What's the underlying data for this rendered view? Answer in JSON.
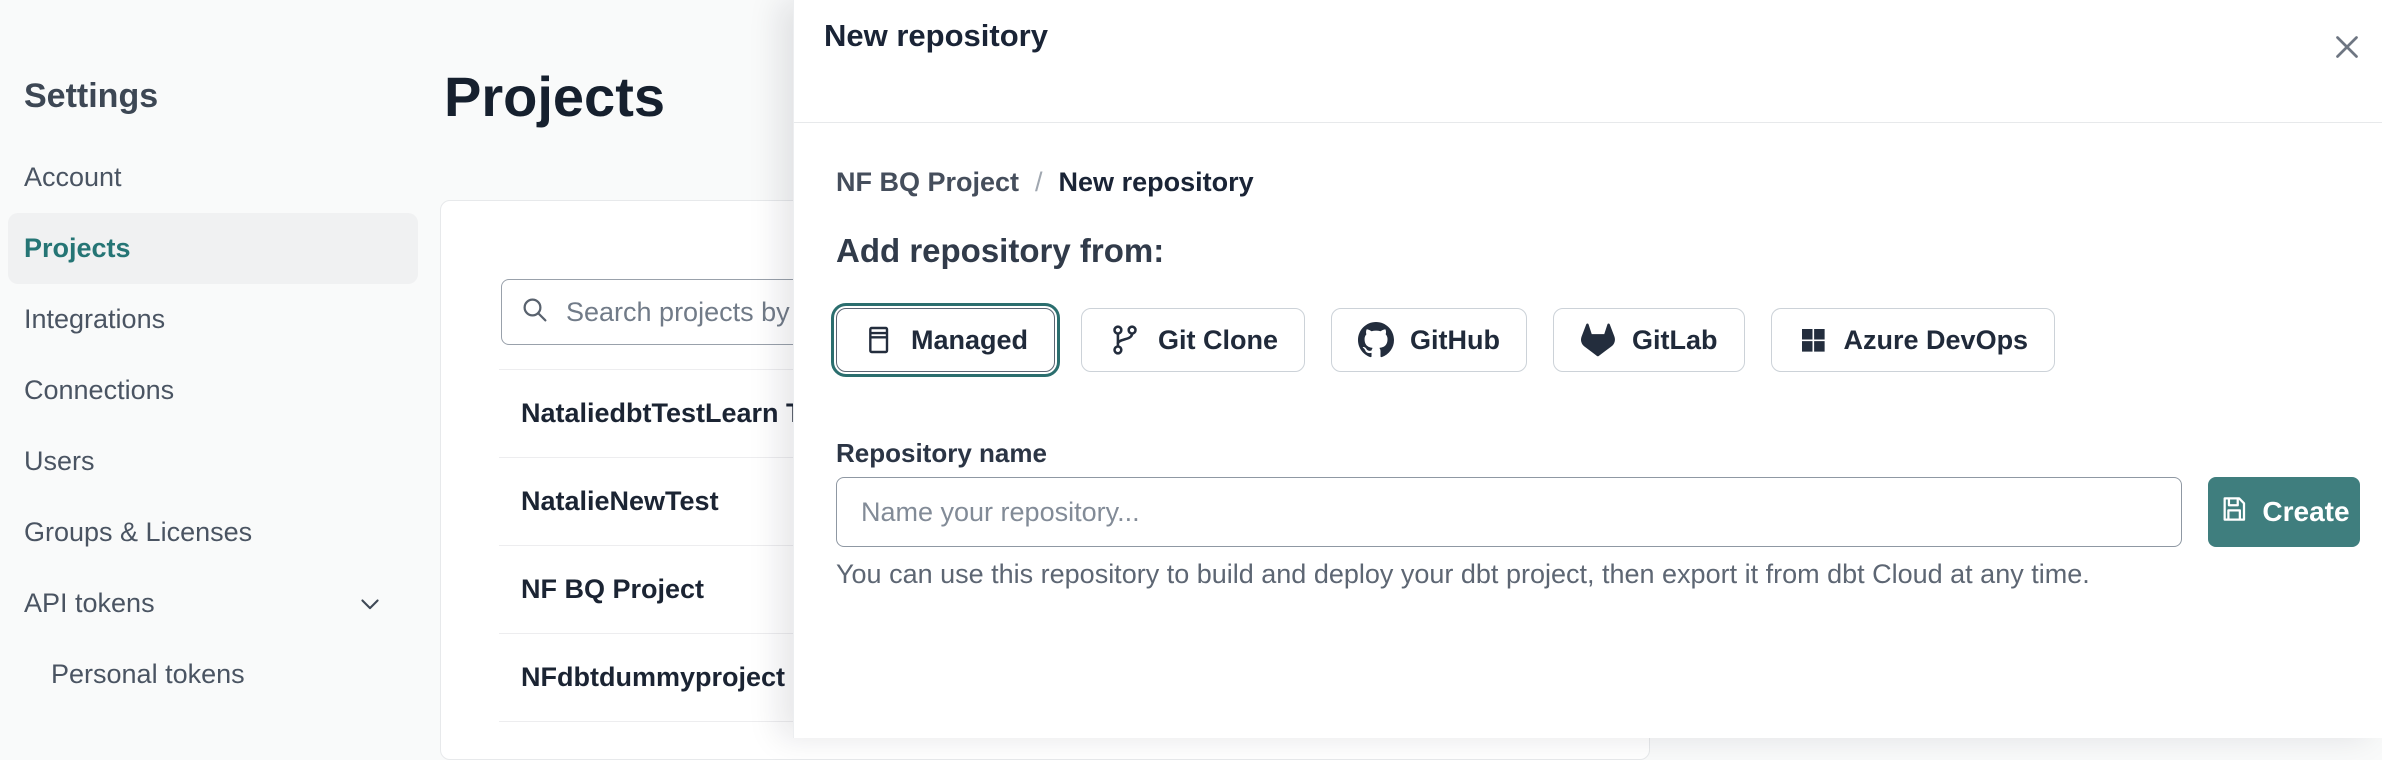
{
  "sidebar": {
    "title": "Settings",
    "items": [
      {
        "label": "Account"
      },
      {
        "label": "Projects",
        "active": true
      },
      {
        "label": "Integrations"
      },
      {
        "label": "Connections"
      },
      {
        "label": "Users"
      },
      {
        "label": "Groups & Licenses"
      },
      {
        "label": "API tokens",
        "has_chevron": true
      },
      {
        "label": "Personal tokens",
        "indented": true
      }
    ]
  },
  "main": {
    "title": "Projects",
    "search_placeholder": "Search projects by name",
    "projects": [
      "NataliedbtTestLearn T",
      "NatalieNewTest",
      "NF BQ Project",
      "NFdbtdummyproject"
    ]
  },
  "modal": {
    "title": "New repository",
    "breadcrumb": {
      "parent": "NF BQ Project",
      "separator": "/",
      "current": "New repository"
    },
    "heading": "Add repository from:",
    "source_options": [
      {
        "label": "Managed",
        "icon": "managed-icon",
        "selected": true
      },
      {
        "label": "Git Clone",
        "icon": "git-clone-icon"
      },
      {
        "label": "GitHub",
        "icon": "github-icon"
      },
      {
        "label": "GitLab",
        "icon": "gitlab-icon"
      },
      {
        "label": "Azure DevOps",
        "icon": "azure-devops-icon"
      }
    ],
    "form": {
      "label": "Repository name",
      "placeholder": "Name your repository...",
      "create_label": "Create"
    },
    "helper_text": "You can use this repository to build and deploy your dbt project, then export it from dbt Cloud at any time."
  },
  "colors": {
    "accent_teal": "#2b6e6e",
    "create_button": "#3f7e7e",
    "active_link": "#257575"
  }
}
